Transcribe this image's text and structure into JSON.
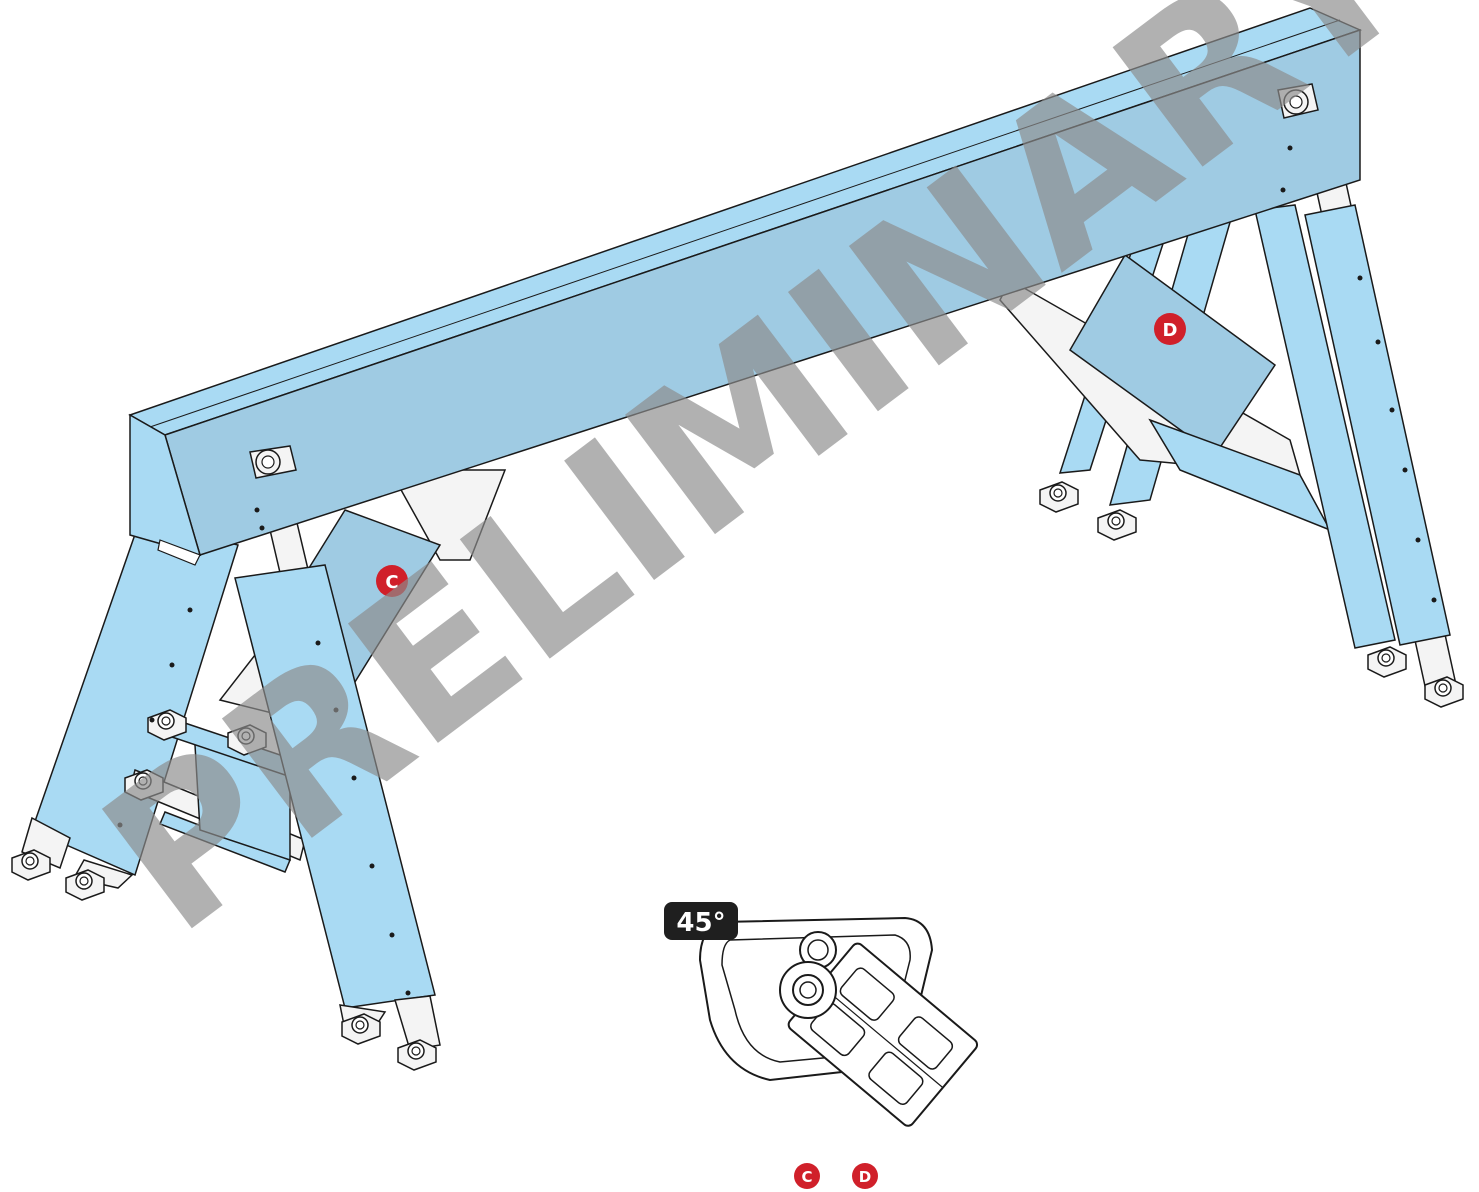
{
  "watermark": "PRELIMINARY",
  "callouts": {
    "c": "C",
    "d": "D"
  },
  "detail": {
    "angle": "45°"
  },
  "legend": {
    "c": "C",
    "d": "D"
  },
  "colors": {
    "panel_blue": "#a9daf3",
    "panel_blue_shade": "#9fcbe3",
    "steel_white": "#f4f4f4",
    "outline": "#1a1a1a",
    "callout_red": "#d0202a",
    "watermark_gray": "#8c8c8c",
    "badge_black": "#1f1f1f"
  }
}
